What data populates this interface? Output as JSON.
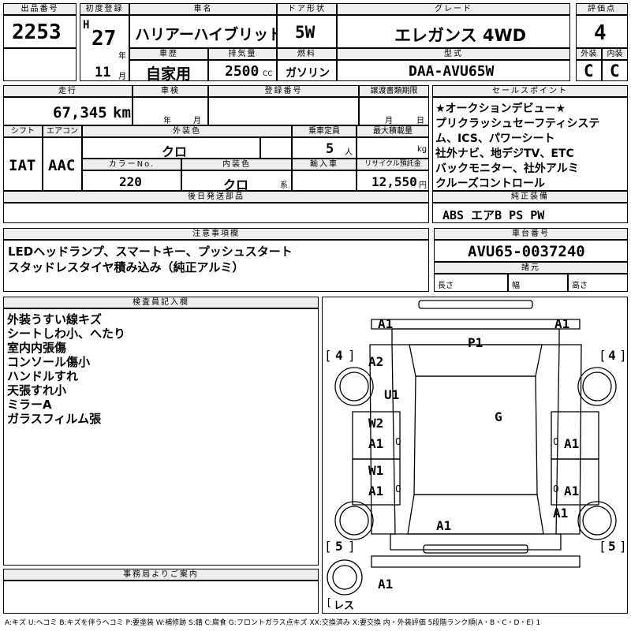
{
  "labels": {
    "lot_no": "出品番号",
    "first_reg": "初度登録",
    "car_name": "車名",
    "door": "ドア形状",
    "grade": "グレード",
    "score": "評価点",
    "history": "車歴",
    "displacement": "排気量",
    "fuel": "燃料",
    "model_type": "型式",
    "exterior": "外装",
    "interior": "内装",
    "mileage": "走行",
    "inspection": "車検",
    "reg_no": "登録番号",
    "transfer_doc": "譲渡書類期限",
    "selling_points": "セールスポイント",
    "shift": "シフト",
    "aircon": "エアコン",
    "ext_color": "外装色",
    "capacity": "乗車定員",
    "max_load": "最大積載量",
    "color_no": "カラーNo.",
    "int_color": "内装色",
    "import": "輸入車",
    "recycle": "リサイクル預託金",
    "later_parts": "後日発送部品",
    "std_equipment": "純正装備",
    "notes": "注意事項欄",
    "chassis_no": "車台番号",
    "specs": "諸元",
    "inspector": "検査員記入欄",
    "office": "事務局よりご案内"
  },
  "lot_no": "2253",
  "era": "H",
  "year": "27",
  "year_unit": "年",
  "month": "11",
  "month_unit": "月",
  "car_name": "ハリアーハイブリッド",
  "door": "5W",
  "grade": "エレガンス 4WD",
  "score": "4",
  "history": "自家用",
  "displacement": "2500",
  "cc": "CC",
  "fuel": "ガソリン",
  "model_type": "DAA-AVU65W",
  "exterior_grade": "C",
  "interior_grade": "C",
  "mileage": "67,345",
  "km": "km",
  "insp_year_unit": "年",
  "insp_month_unit": "月",
  "doc_month_unit": "月",
  "doc_day_unit": "日",
  "shift": "IAT",
  "aircon": "AAC",
  "ext_color": "クロ",
  "capacity": "5",
  "capacity_unit": "人",
  "kg": "kg",
  "color_no": "220",
  "int_color": "クロ",
  "kei": "系",
  "recycle": "12,550",
  "yen": "円",
  "selling_points": "★オークションデビュー★\nプリクラッシュセーフティシステ\nム、ICS、パワーシート\n社外ナビ、地デジTV、ETC\nバックモニター、社外アルミ\nクルーズコントロール",
  "std_equipment": "ABS エアB PS PW",
  "notes": "LEDヘッドランプ、スマートキー、プッシュスタート\nスタッドレスタイヤ積み込み（純正アルミ）",
  "chassis_no": "AVU65-0037240",
  "spec_length": "長さ",
  "spec_width": "幅",
  "spec_height": "高さ",
  "inspector_notes": "外装うすい線キズ\nシートしわ小、へたり\n室内内張傷\nコンソール傷小\nハンドルすれ\n天張すれ小\nミラーA\nガラスフィルム張",
  "diagram": {
    "marks": [
      "A1",
      "A1",
      "A2",
      "P1",
      "U1",
      "G",
      "W2",
      "A1",
      "A1",
      "W1",
      "A1",
      "A1",
      "A1",
      "A1",
      "A1"
    ],
    "tire_fl": "4",
    "tire_fr": "4",
    "tire_rl": "5",
    "tire_rr": "5",
    "spare": "レス",
    "bracket_l": "[",
    "bracket_r": "]",
    "zero": "0"
  },
  "legend": "A:キズ U:ヘコミ B:キズを伴うヘコミ P:要塗装 W:補修跡 S:錆 C:腐食 G:フロントガラス点キズ XX:交換済み X:要交換 内・外装評価 5段階ランク順(A・B・C・D・E) 1"
}
